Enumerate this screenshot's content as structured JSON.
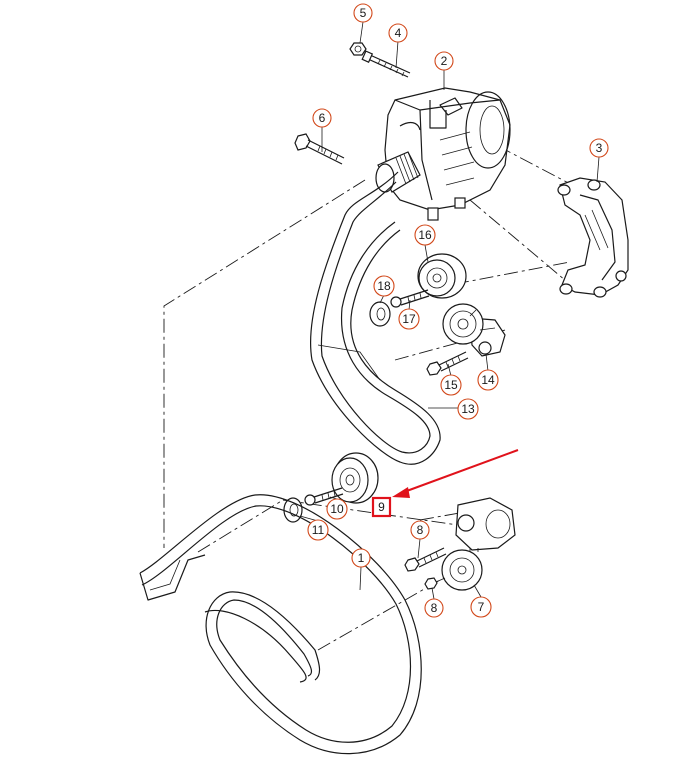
{
  "diagram": {
    "callouts": [
      {
        "id": "c5",
        "label": "5"
      },
      {
        "id": "c4",
        "label": "4"
      },
      {
        "id": "c2",
        "label": "2"
      },
      {
        "id": "c6",
        "label": "6"
      },
      {
        "id": "c3",
        "label": "3"
      },
      {
        "id": "c16",
        "label": "16"
      },
      {
        "id": "c18",
        "label": "18"
      },
      {
        "id": "c17",
        "label": "17"
      },
      {
        "id": "c15",
        "label": "15"
      },
      {
        "id": "c14",
        "label": "14"
      },
      {
        "id": "c13",
        "label": "13"
      },
      {
        "id": "c10",
        "label": "10"
      },
      {
        "id": "c11",
        "label": "11"
      },
      {
        "id": "c8a",
        "label": "8"
      },
      {
        "id": "c1",
        "label": "1"
      },
      {
        "id": "c8b",
        "label": "8"
      },
      {
        "id": "c7",
        "label": "7"
      }
    ],
    "highlight": {
      "label": "9",
      "color": "#e0121b"
    },
    "callout_color": "#d2491b"
  }
}
